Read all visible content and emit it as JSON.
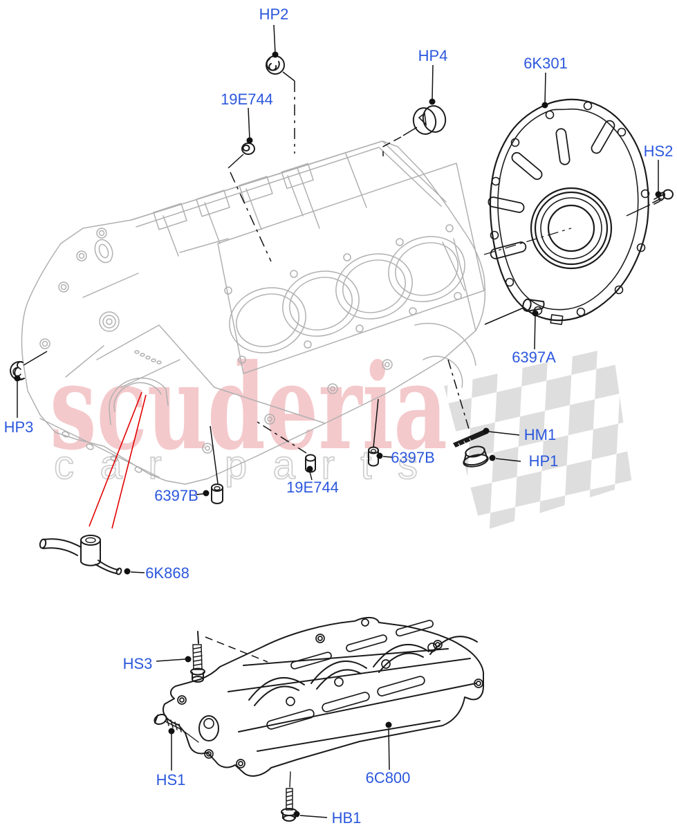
{
  "diagram": {
    "type": "exploded-parts-diagram",
    "subject": "engine cylinder block and related parts"
  },
  "labels": [
    {
      "id": "hp2",
      "text": "HP2"
    },
    {
      "id": "19e744-top",
      "text": "19E744"
    },
    {
      "id": "hp4",
      "text": "HP4"
    },
    {
      "id": "6k301",
      "text": "6K301"
    },
    {
      "id": "hs2",
      "text": "HS2"
    },
    {
      "id": "6397a",
      "text": "6397A"
    },
    {
      "id": "hm1",
      "text": "HM1"
    },
    {
      "id": "hp1",
      "text": "HP1"
    },
    {
      "id": "6397b-right",
      "text": "6397B"
    },
    {
      "id": "6397b-left",
      "text": "6397B"
    },
    {
      "id": "19e744-bottom",
      "text": "19E744"
    },
    {
      "id": "hp3",
      "text": "HP3"
    },
    {
      "id": "6k868",
      "text": "6K868"
    },
    {
      "id": "hs3",
      "text": "HS3"
    },
    {
      "id": "hs1",
      "text": "HS1"
    },
    {
      "id": "6c800",
      "text": "6C800"
    },
    {
      "id": "hb1",
      "text": "HB1"
    }
  ],
  "watermark": {
    "brand": "scuderia",
    "subtitle": "car parts"
  },
  "colors": {
    "label_blue": "#2b57dd",
    "line_dark": "#1b1b1b",
    "block_gray": "#b0b0b0",
    "watermark_pink": "#f3c0c4",
    "watermark_gray": "#d9d9d9",
    "pointer_red": "#e10000"
  }
}
